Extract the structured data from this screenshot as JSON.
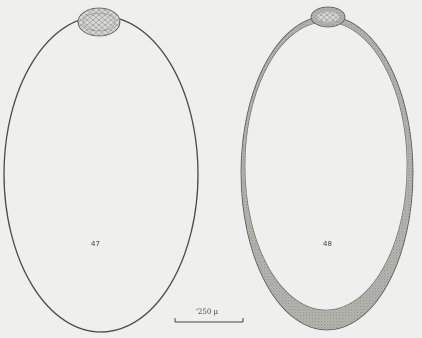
{
  "figures": {
    "left": {
      "number": "47"
    },
    "right": {
      "number": "48"
    }
  },
  "scale_bar": {
    "label": "'250 μ"
  },
  "colors": {
    "background": "#efefed",
    "outline": "#4a4a4a",
    "stipple": "#8a8a86",
    "cap_fill": "#cfcfca"
  }
}
